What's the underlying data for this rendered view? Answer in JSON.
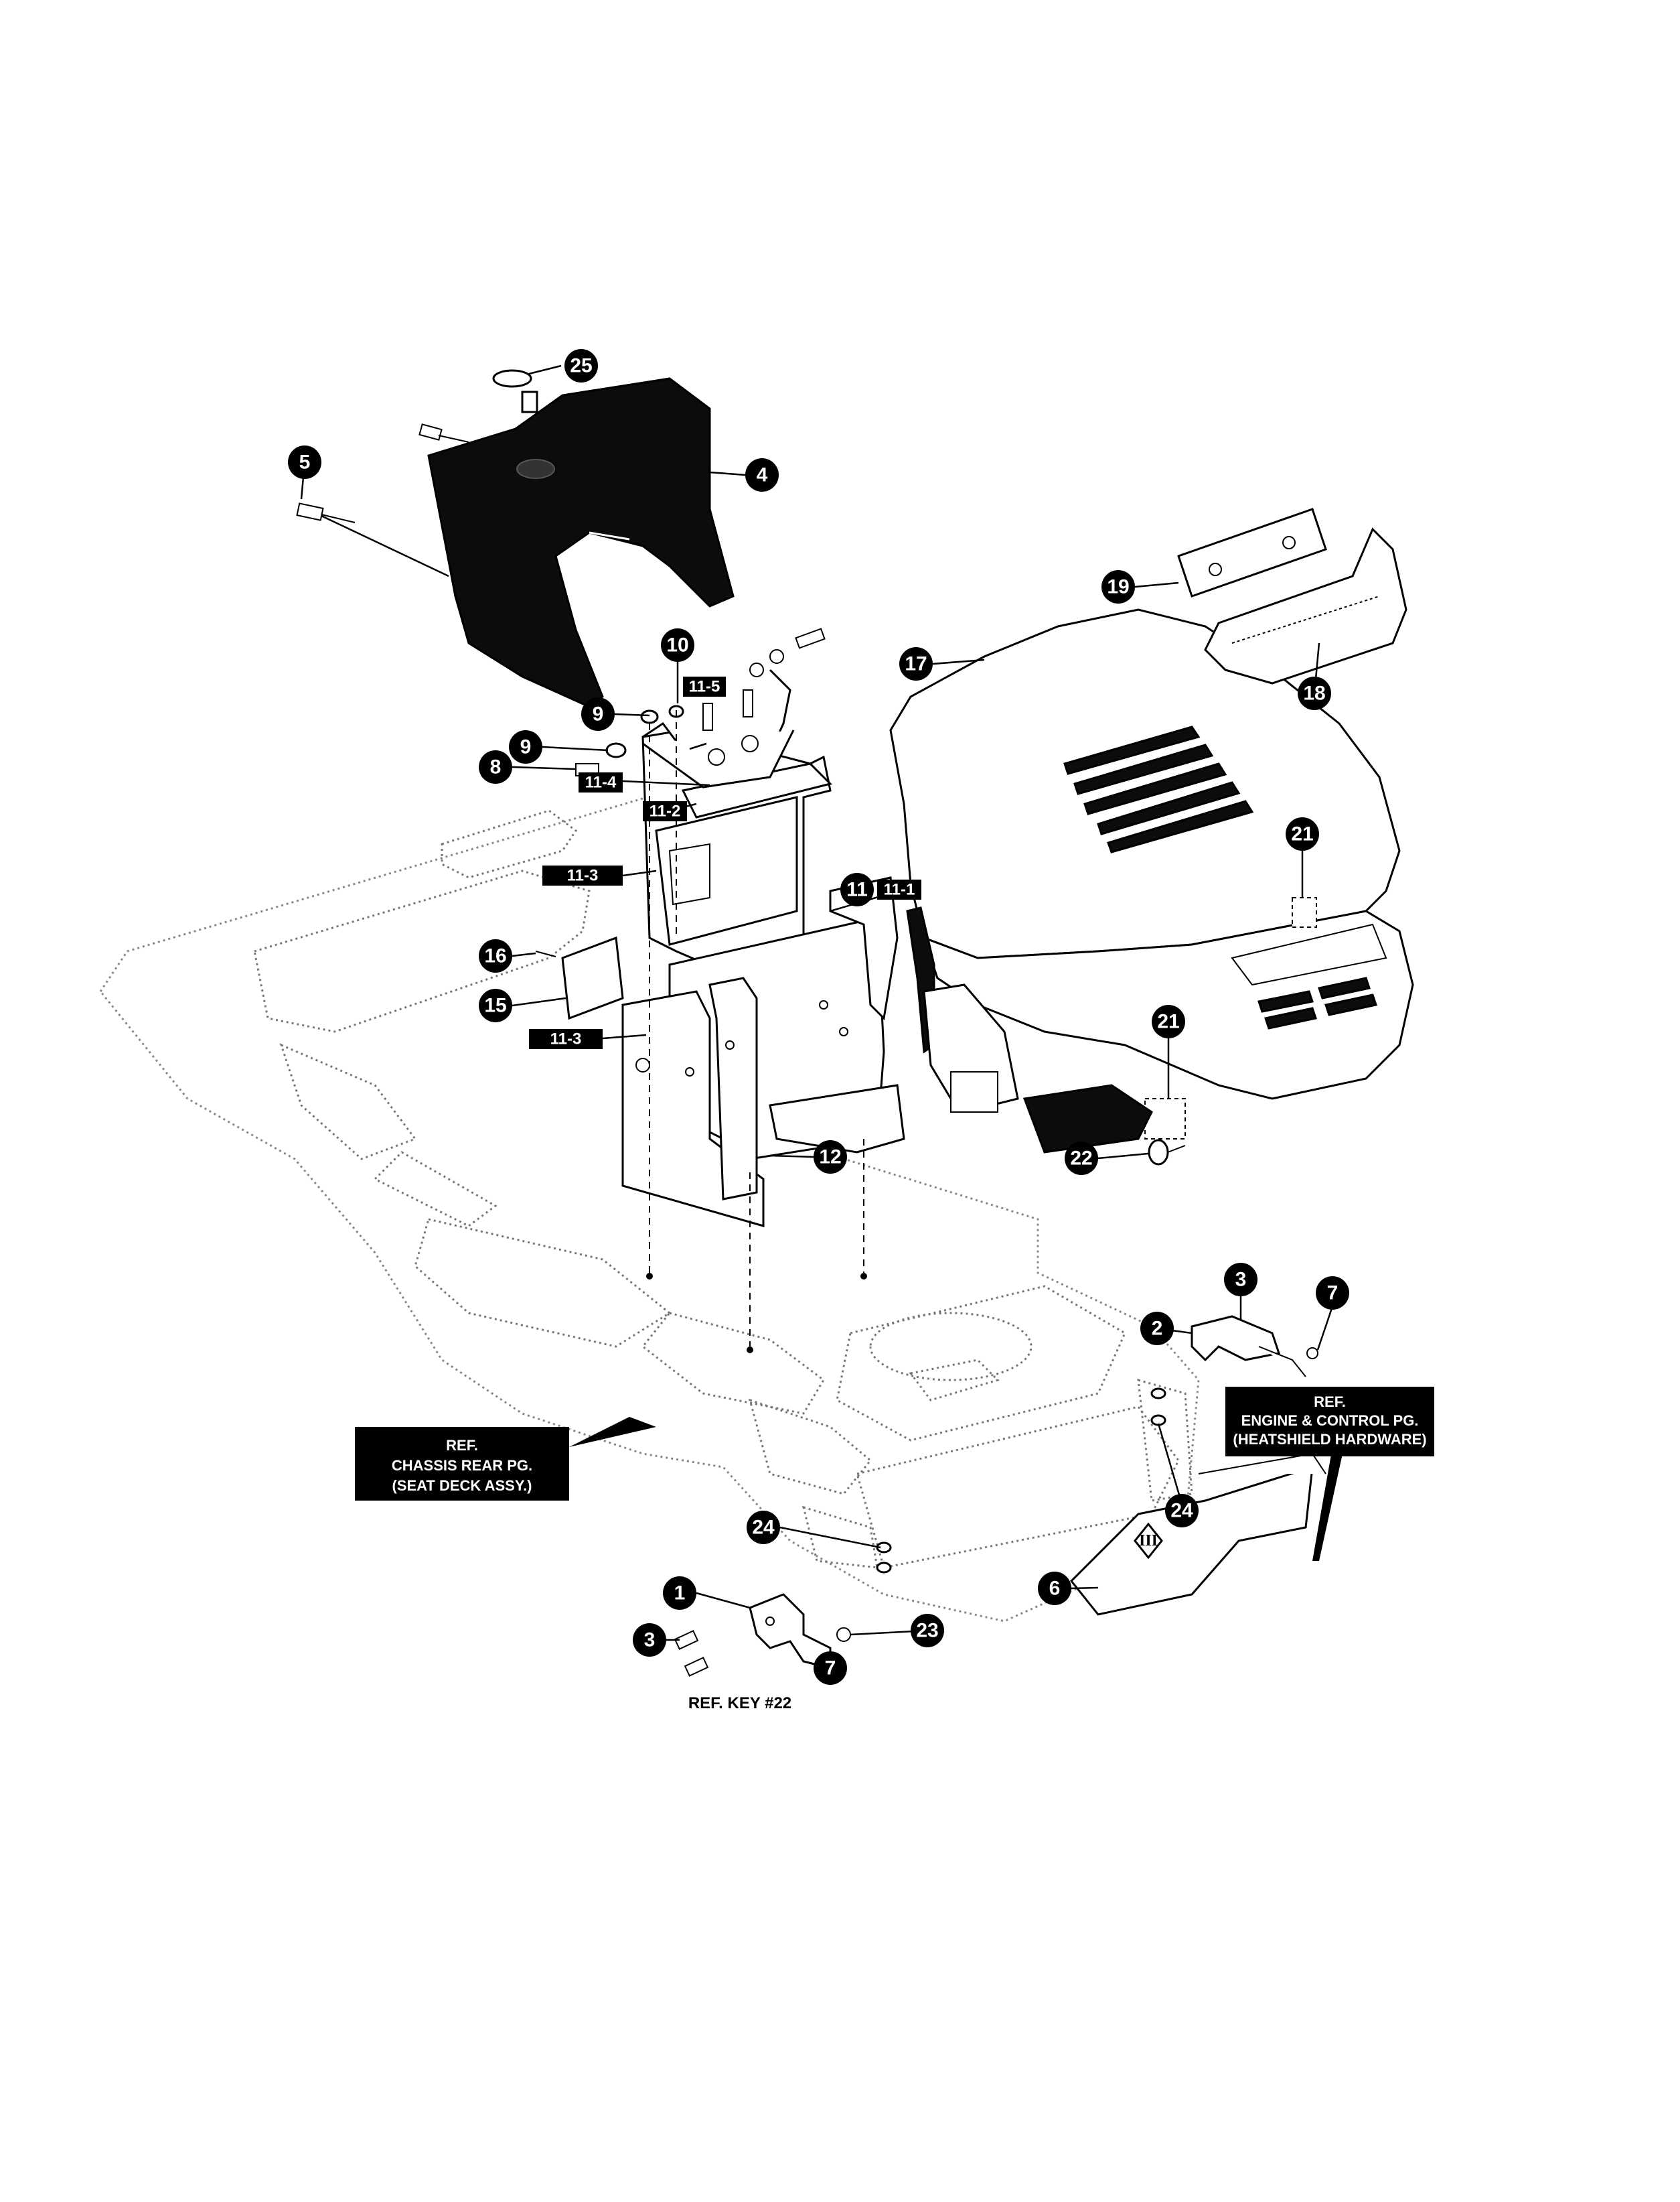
{
  "callouts": {
    "c1": "1",
    "c2": "2",
    "c3a": "3",
    "c3b": "3",
    "c4": "4",
    "c5": "5",
    "c6": "6",
    "c7a": "7",
    "c7b": "7",
    "c8": "8",
    "c9a": "9",
    "c9b": "9",
    "c10": "10",
    "c11": "11",
    "c12": "12",
    "c15": "15",
    "c16": "16",
    "c17": "17",
    "c18": "18",
    "c19": "19",
    "c21a": "21",
    "c21b": "21",
    "c22": "22",
    "c23": "23",
    "c24a": "24",
    "c24b": "24",
    "c25": "25"
  },
  "sub_callouts": {
    "s11_1": "11-1",
    "s11_2": "11-2",
    "s11_3a": "11-3",
    "s11_3b": "11-3",
    "s11_4": "11-4",
    "s11_5": "11-5"
  },
  "references": {
    "chassis": {
      "line1": "REF.",
      "line2": "CHASSIS REAR PG.",
      "line3": "(SEAT DECK ASSY.)"
    },
    "engine": {
      "line1": "REF.",
      "line2": "ENGINE & CONTROL PG.",
      "line3": "(HEATSHIELD HARDWARE)"
    },
    "key22": "REF. KEY #22",
    "roman": "III"
  }
}
